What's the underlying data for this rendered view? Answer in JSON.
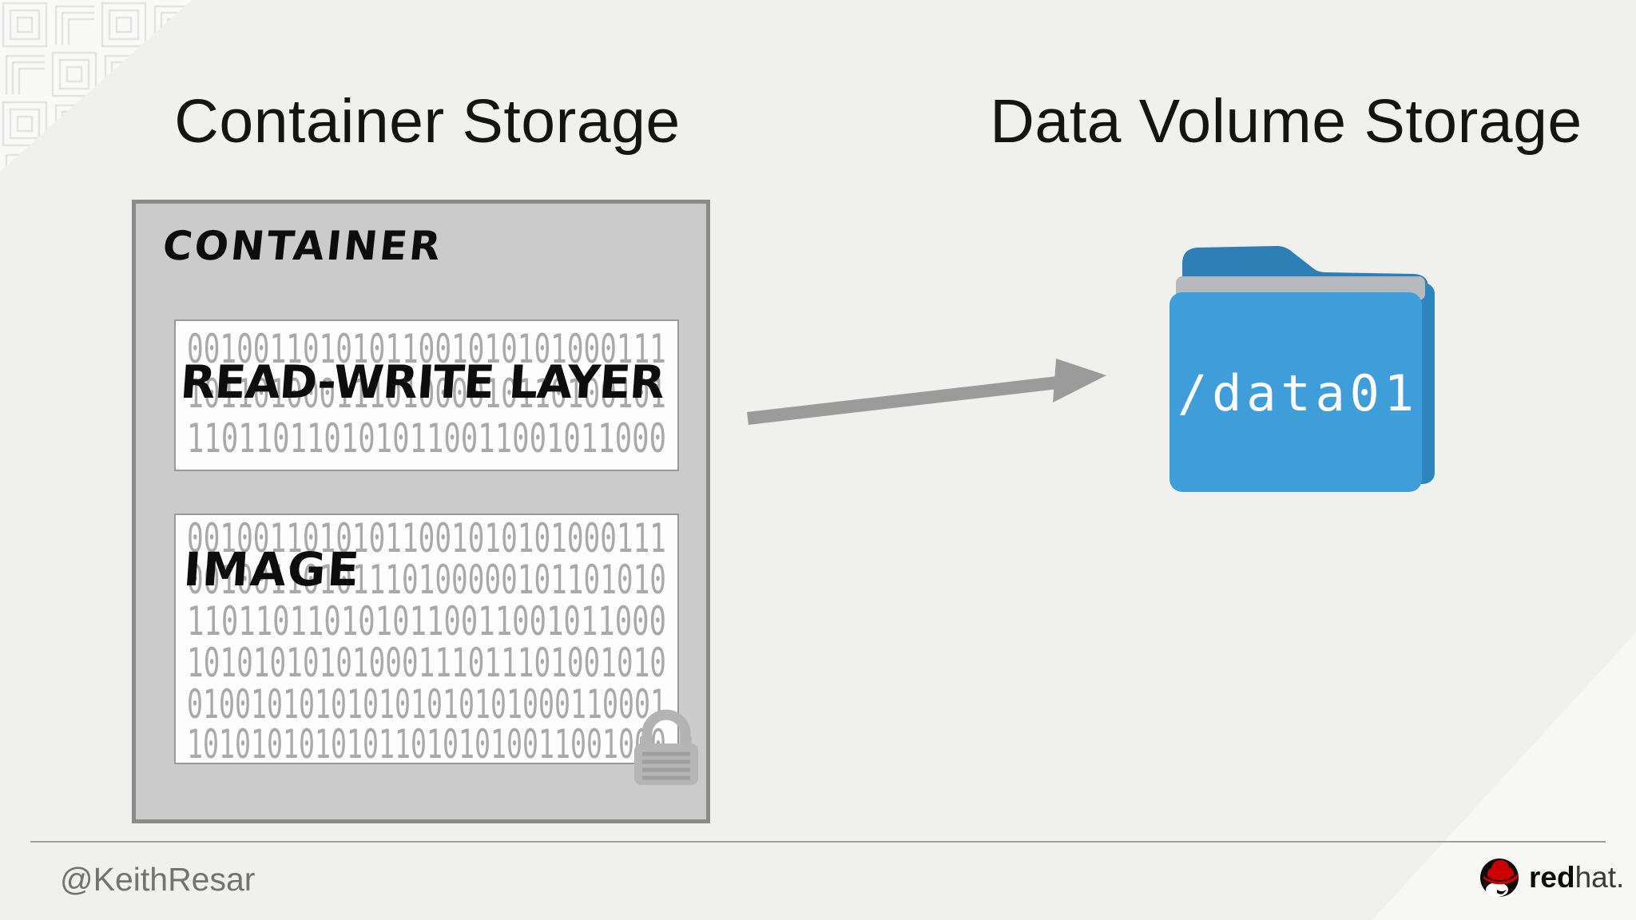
{
  "slide": {
    "titles": {
      "left": "Container Storage",
      "right": "Data Volume Storage"
    },
    "container": {
      "label": "CONTAINER",
      "rw_layer": {
        "label": "READ-WRITE LAYER",
        "binary_rows": [
          "00100110101011001010101000111",
          "10110100011101000010110100101",
          "1101101101010110011001011000"
        ]
      },
      "image_layer": {
        "label": "IMAGE",
        "binary_rows": [
          "00100110101011001010101000111",
          "00100110101110100000101101010",
          "1101101101010110011001011000",
          "10101010101000111011101001010",
          "010010101010101010101000110001",
          "101010101010110101010011001000"
        ]
      }
    },
    "volume": {
      "folder_label": "/data01"
    },
    "footer": {
      "handle": "@KeithResar",
      "brand_bold": "red",
      "brand_regular": "hat."
    },
    "colors": {
      "background": "#f0f0ee",
      "container_fill": "#cbcbcb",
      "container_border": "#8a8a8a",
      "binary_text": "#a9a9a9",
      "arrow": "#9b9b9b",
      "folder_body": "#3f9dda",
      "folder_tab": "#2e7fb6",
      "folder_band": "#b6babd",
      "lock_gray": "#b5b5b5",
      "brand_red": "#cc0000"
    }
  }
}
